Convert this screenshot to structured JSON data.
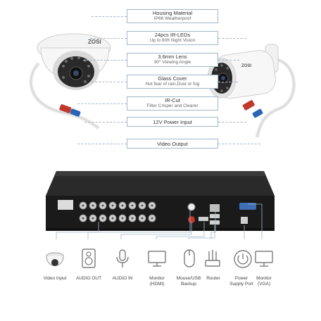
{
  "features": [
    {
      "title": "Housing Material",
      "sub": "IP66 Weatherpoof"
    },
    {
      "title": "24pcs IR-LEDs",
      "sub": "Up to 80ft Night Vision"
    },
    {
      "title": "3.6mm Lens",
      "sub": "90° Viewing Angle"
    },
    {
      "title": "Glass Cover",
      "sub": "Not fear of rain,Dust or fog"
    },
    {
      "title": "IR-Cut",
      "sub": "Filter Crisper and Clearer"
    },
    {
      "title": "12V Power Input",
      "sub": ""
    },
    {
      "title": "Video Output",
      "sub": ""
    }
  ],
  "brand": "ZOSI",
  "ports": [
    {
      "label": "Video Input",
      "icon": "dome-camera-icon"
    },
    {
      "label": "AUDIO OUT",
      "icon": "speaker-icon"
    },
    {
      "label": "AUDIO IN",
      "icon": "microphone-icon"
    },
    {
      "label": "Monitor (HDMI)",
      "icon": "monitor-icon"
    },
    {
      "label": "Mouse/USB Backup",
      "icon": "mouse-icon"
    },
    {
      "label": "Router",
      "icon": "router-icon"
    },
    {
      "label": "Power Supply Port",
      "icon": "power-icon"
    },
    {
      "label": "Monitor (VGA)",
      "icon": "monitor-icon"
    }
  ],
  "colors": {
    "accent": "#7aa8c0",
    "cable_red": "#c0392b",
    "cable_blue": "#2b63b5",
    "dvr_body": "#1f1f1f"
  }
}
